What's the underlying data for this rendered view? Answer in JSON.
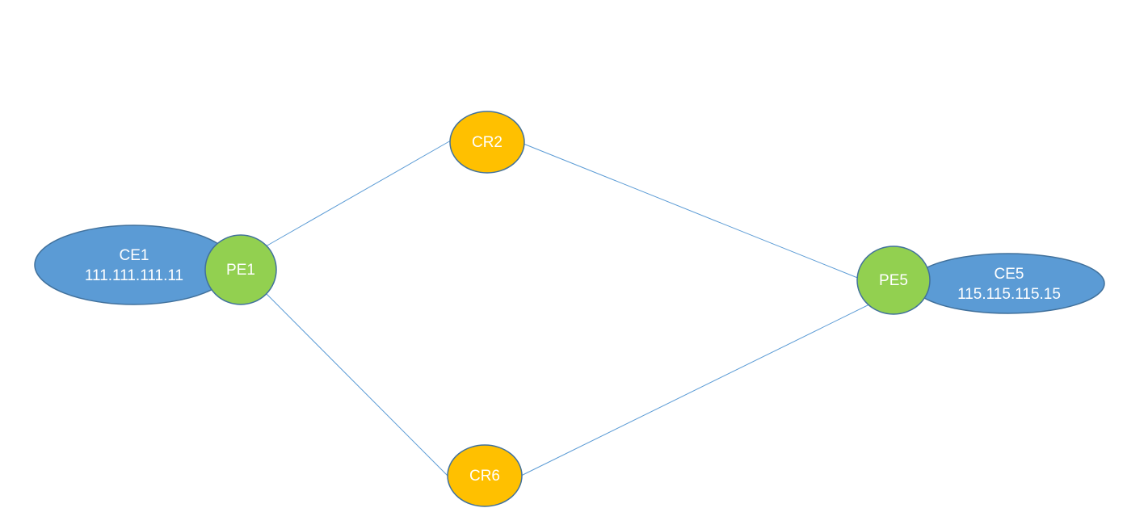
{
  "diagram": {
    "colors": {
      "ce_fill": "#5b9bd5",
      "pe_fill": "#92d050",
      "cr_fill": "#ffc000",
      "outline": "#41719c",
      "link": "#5b9bd5",
      "label": "#ffffff"
    },
    "nodes": {
      "ce1": {
        "label": "CE1",
        "address": "111.111.111.11",
        "kind": "customer-edge"
      },
      "pe1": {
        "label": "PE1",
        "kind": "provider-edge"
      },
      "cr2": {
        "label": "CR2",
        "kind": "core-router"
      },
      "cr6": {
        "label": "CR6",
        "kind": "core-router"
      },
      "pe5": {
        "label": "PE5",
        "kind": "provider-edge"
      },
      "ce5": {
        "label": "CE5",
        "address": "115.115.115.15",
        "kind": "customer-edge"
      }
    },
    "links": [
      {
        "from": "pe1",
        "to": "cr2"
      },
      {
        "from": "pe1",
        "to": "cr6"
      },
      {
        "from": "cr2",
        "to": "pe5"
      },
      {
        "from": "cr6",
        "to": "pe5"
      }
    ]
  }
}
